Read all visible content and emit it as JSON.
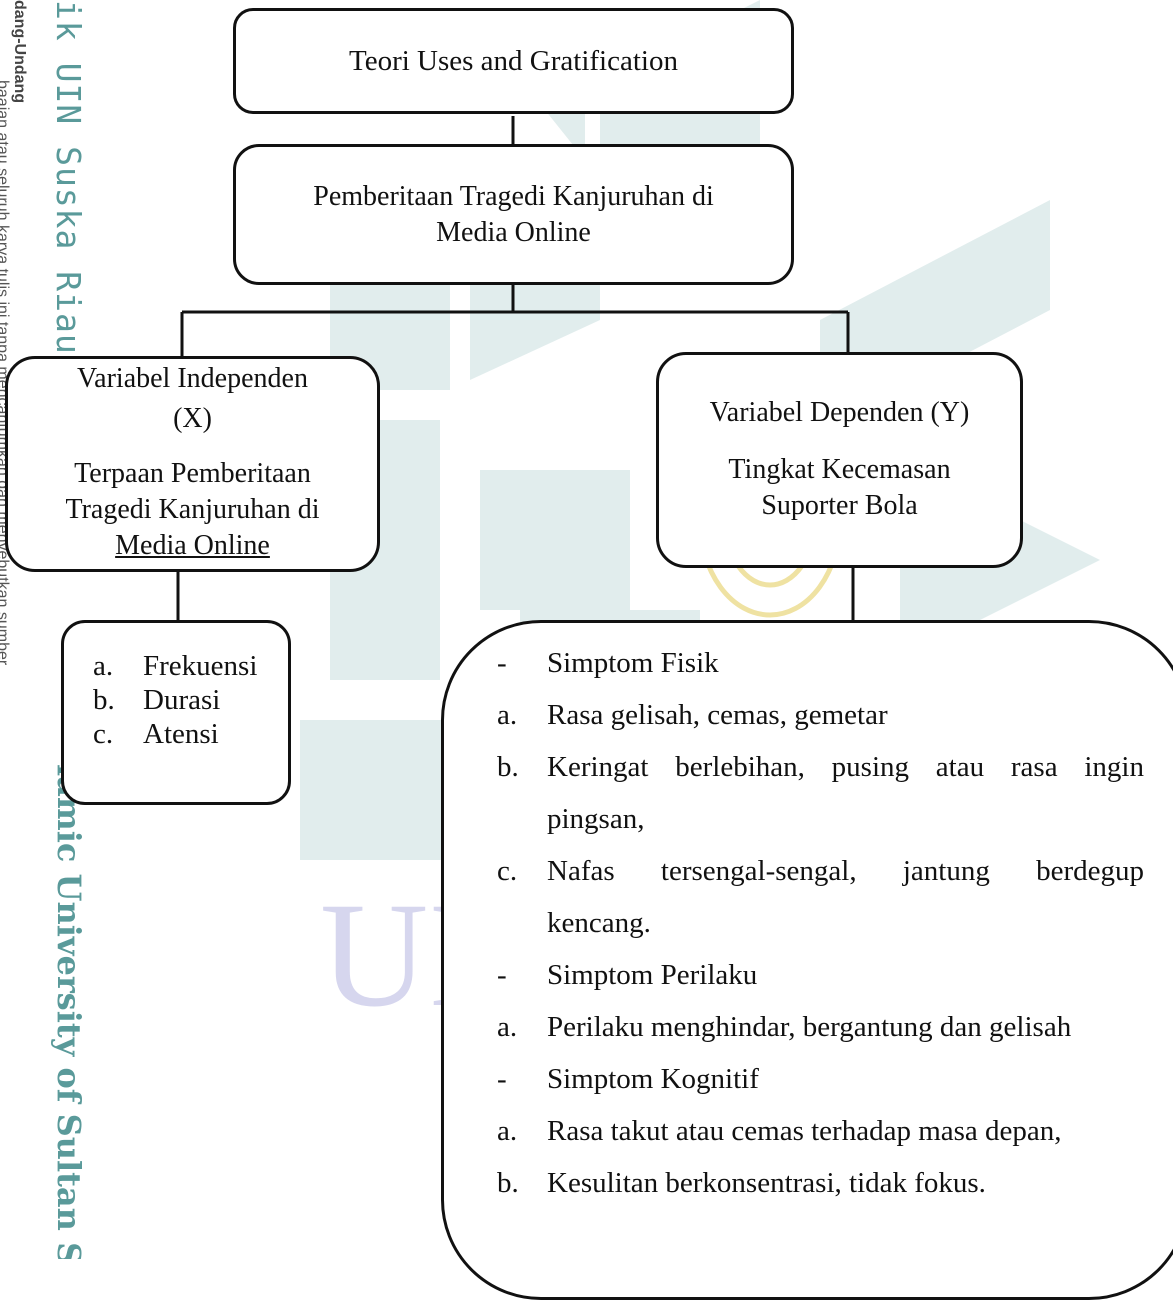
{
  "diagram": {
    "theory_box": "Teori Uses and Gratification",
    "news_box": [
      "Pemberitaan Tragedi Kanjuruhan di",
      "Media Online"
    ],
    "independent": {
      "heading": [
        "Variabel Independen",
        "(X)"
      ],
      "body": [
        "Terpaan Pemberitaan",
        "Tragedi Kanjuruhan di",
        "Media Online"
      ],
      "dimensions": [
        {
          "marker": "a.",
          "text": "Frekuensi"
        },
        {
          "marker": "b.",
          "text": "Durasi"
        },
        {
          "marker": "c.",
          "text": "Atensi"
        }
      ]
    },
    "dependent": {
      "heading": "Variabel Dependen (Y)",
      "body": [
        "Tingkat Kecemasan",
        "Suporter Bola"
      ],
      "symptoms": [
        {
          "marker": "-",
          "text": "Simptom Fisik"
        },
        {
          "marker": "a.",
          "text": "Rasa gelisah, cemas, gemetar"
        },
        {
          "marker": "b.",
          "text": "Keringat berlebihan, pusing atau rasa ingin",
          "continuation": "pingsan,"
        },
        {
          "marker": "c.",
          "text": "Nafas tersengal-sengal, jantung berdegup",
          "continuation": "kencang."
        },
        {
          "marker": "-",
          "text": "Simptom Perilaku"
        },
        {
          "marker": "a.",
          "text": "Perilaku menghindar, bergantung dan gelisah"
        },
        {
          "marker": "-",
          "text": "Simptom Kognitif"
        },
        {
          "marker": "a.",
          "text": "Rasa takut atau cemas terhadap masa depan,"
        },
        {
          "marker": "b.",
          "text": "Kesulitan berkonsentrasi, tidak fokus."
        }
      ]
    }
  },
  "side_margin": {
    "law_header": "dang-Undang",
    "law_notice": "baaian atau seluruh karya tulis ini tanpa mencantumkan dan menyebutkan sumber",
    "institution": "ik UIN Suska Riau",
    "university": "lamic University of Sultan Sya"
  },
  "watermark": {
    "text": "UI",
    "colors": {
      "logo": "#cfe3e3",
      "letters": "#d6d6ee",
      "ornament": "#efe2a2"
    }
  },
  "colors": {
    "line": "#111111",
    "side_text": "#5a9a9a"
  }
}
